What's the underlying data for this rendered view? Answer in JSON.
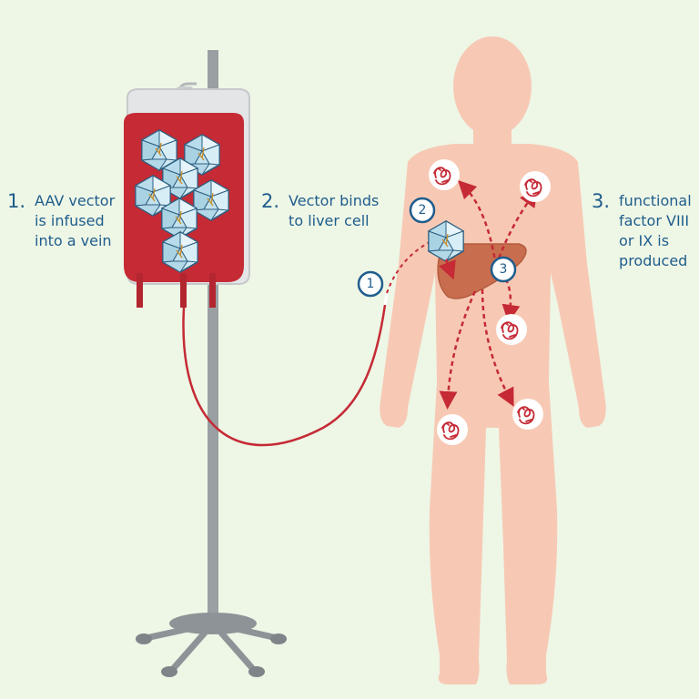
{
  "steps": [
    {
      "number": "1.",
      "lines": [
        "AAV vector",
        "is infused",
        "into a vein"
      ]
    },
    {
      "number": "2.",
      "lines": [
        "Vector binds",
        "to liver cell"
      ]
    },
    {
      "number": "3.",
      "lines": [
        "functional",
        "factor VIII",
        "or IX is",
        "produced"
      ]
    }
  ],
  "markers": [
    "1",
    "2",
    "3"
  ],
  "colors": {
    "background": "#eef6e6",
    "blood": "#c52a35",
    "skin": "#f7c9b4",
    "liver": "#c86d4d",
    "step_text": "#1f5d8c",
    "arrow": "#c52a35"
  },
  "icons": [
    "aav-vector-icon",
    "factor-protein-icon",
    "liver-icon",
    "iv-stand-icon",
    "iv-bag-icon"
  ]
}
